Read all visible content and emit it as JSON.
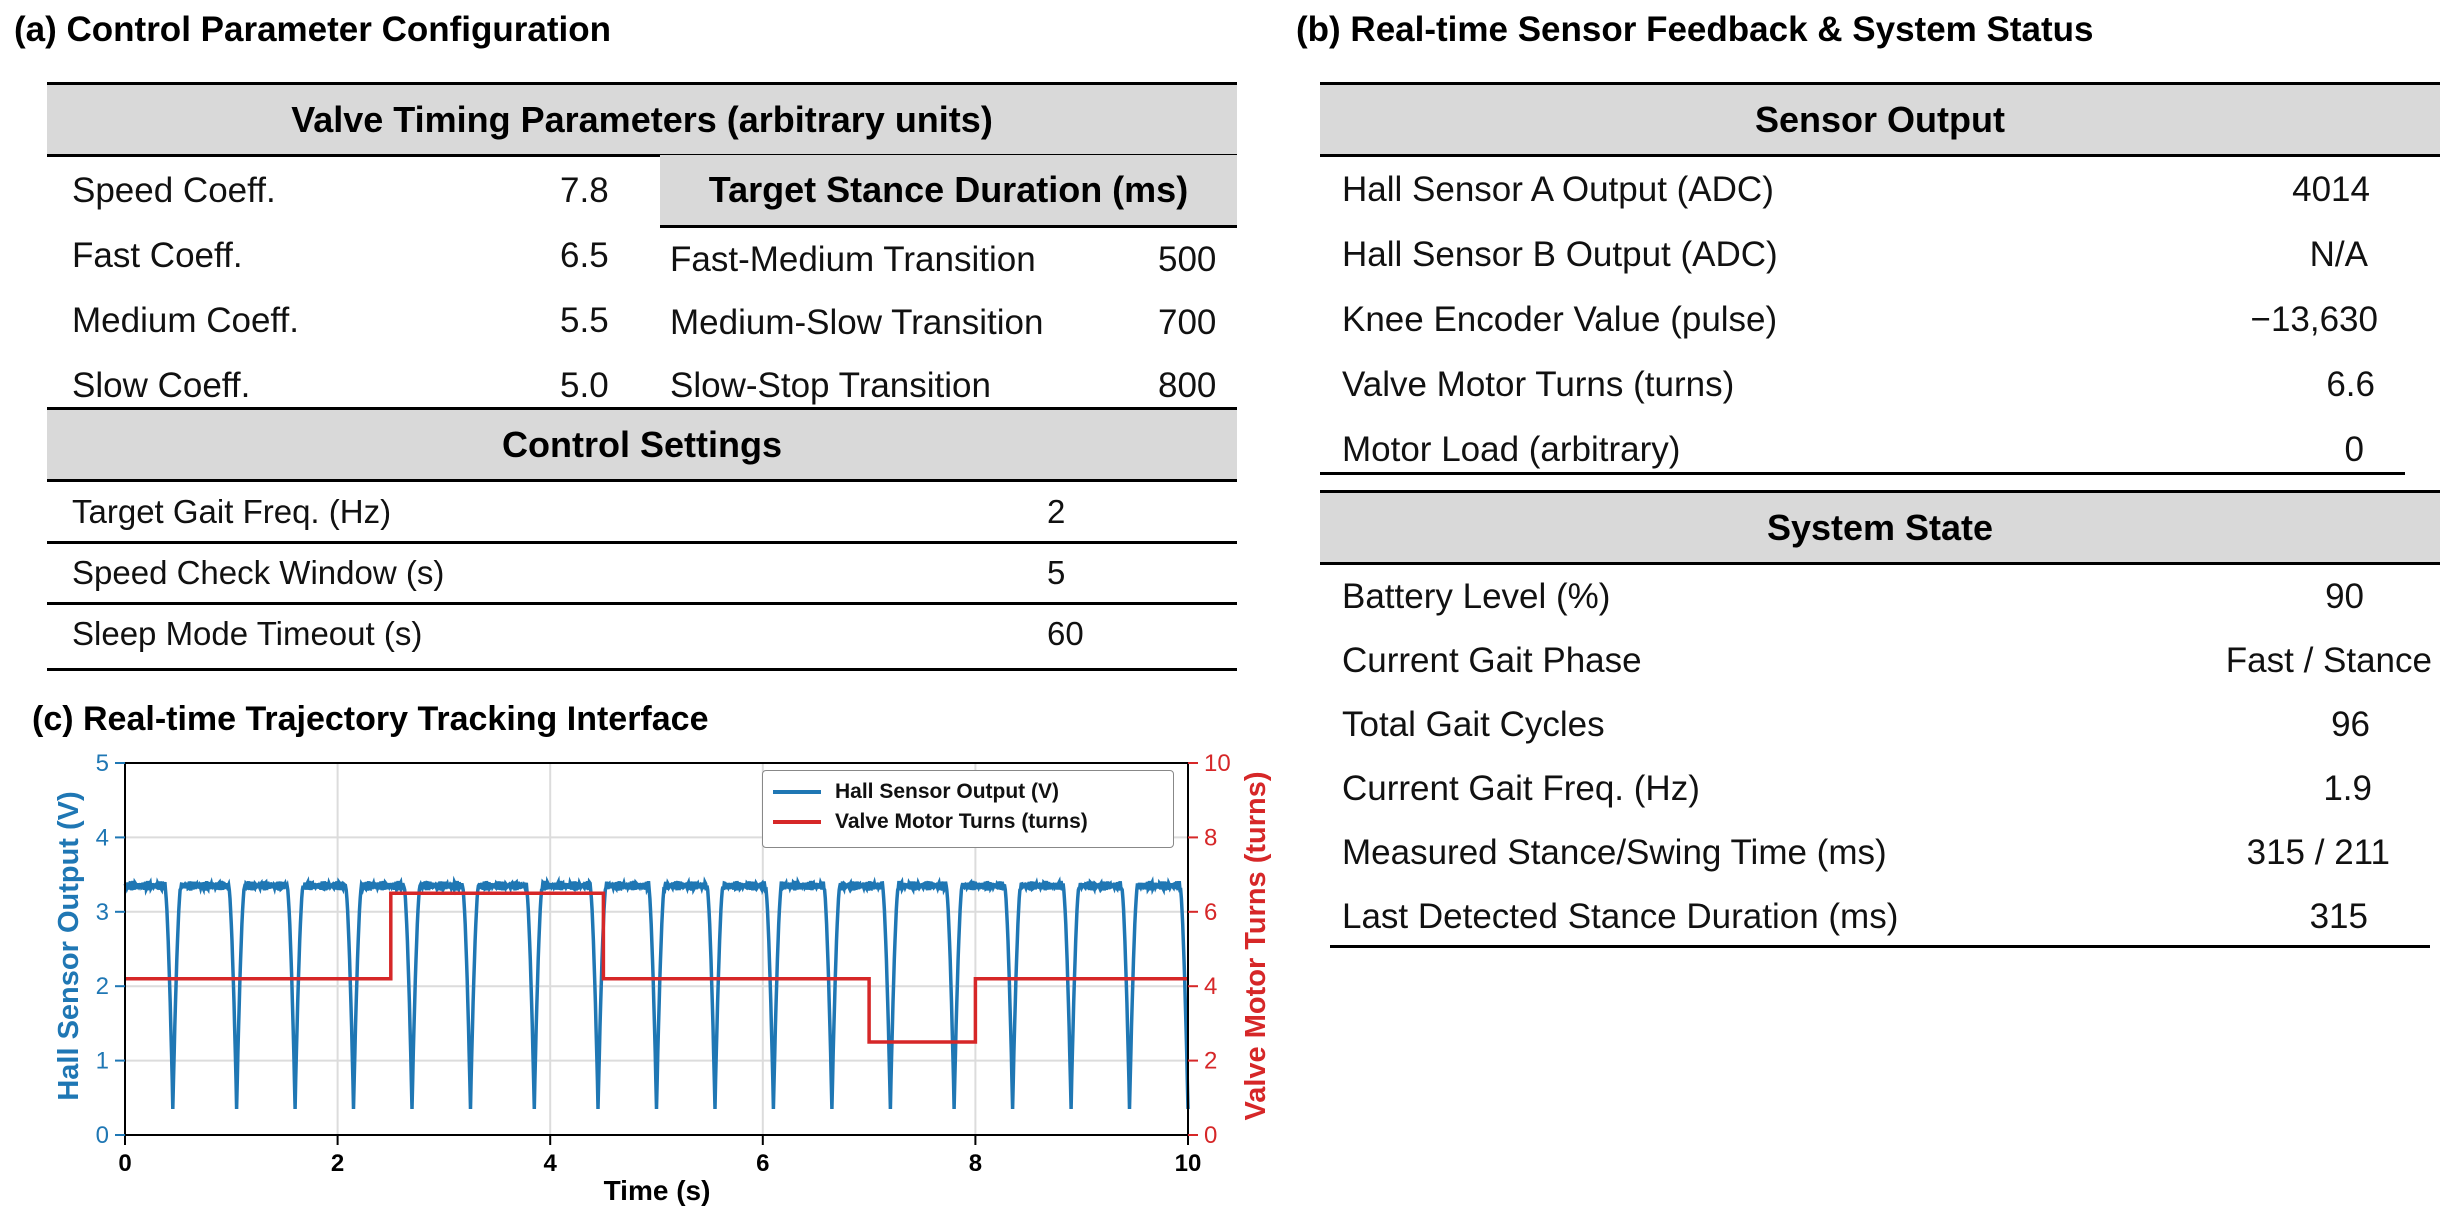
{
  "panel_a": {
    "title": "(a) Control Parameter Configuration",
    "valve_header": "Valve Timing Parameters (arbitrary units)",
    "coeffs": [
      {
        "label": "Speed Coeff.",
        "value": "7.8"
      },
      {
        "label": "Fast Coeff.",
        "value": "6.5"
      },
      {
        "label": "Medium Coeff.",
        "value": "5.5"
      },
      {
        "label": "Slow Coeff.",
        "value": "5.0"
      }
    ],
    "stance_header": "Target Stance Duration (ms)",
    "transitions": [
      {
        "label": "Fast-Medium Transition",
        "value": "500"
      },
      {
        "label": "Medium-Slow Transition",
        "value": "700"
      },
      {
        "label": "Slow-Stop Transition",
        "value": "800"
      }
    ],
    "control_header": "Control Settings",
    "settings": [
      {
        "label": "Target Gait Freq. (Hz)",
        "value": "2"
      },
      {
        "label": "Speed Check Window (s)",
        "value": "5"
      },
      {
        "label": "Sleep Mode Timeout (s)",
        "value": "60"
      }
    ]
  },
  "panel_b": {
    "title": "(b) Real-time Sensor Feedback & System Status",
    "sensor_header": "Sensor Output",
    "sensors": [
      {
        "label": "Hall Sensor A Output (ADC)",
        "value": "4014"
      },
      {
        "label": "Hall Sensor B Output (ADC)",
        "value": "N/A"
      },
      {
        "label": "Knee Encoder Value (pulse)",
        "value": "−13,630"
      },
      {
        "label": "Valve Motor Turns (turns)",
        "value": "6.6"
      },
      {
        "label": "Motor Load (arbitrary)",
        "value": "0"
      }
    ],
    "state_header": "System State",
    "states": [
      {
        "label": "Battery Level (%)",
        "value": "90"
      },
      {
        "label": "Current Gait Phase",
        "value": "Fast / Stance"
      },
      {
        "label": "Total Gait Cycles",
        "value": "96"
      },
      {
        "label": "Current Gait Freq. (Hz)",
        "value": "1.9"
      },
      {
        "label": "Measured Stance/Swing Time (ms)",
        "value": "315 / 211"
      },
      {
        "label": "Last Detected Stance Duration (ms)",
        "value": "315"
      }
    ]
  },
  "panel_c": {
    "title": "(c) Real-time Trajectory Tracking Interface"
  },
  "chart_data": {
    "type": "line",
    "xlabel": "Time (s)",
    "ylabel": "Hall Sensor Output (V)",
    "y2label": "Valve Motor Turns (turns)",
    "xlim": [
      0,
      10
    ],
    "ylim": [
      0,
      5
    ],
    "y2lim": [
      0,
      10
    ],
    "xticks": [
      0,
      2,
      4,
      6,
      8,
      10
    ],
    "yticks": [
      0,
      1,
      2,
      3,
      4,
      5
    ],
    "y2ticks": [
      0,
      2,
      4,
      6,
      8,
      10
    ],
    "grid": true,
    "legend_position": "top-right",
    "colors": {
      "hall": "#1f77b4",
      "valve": "#d62728"
    },
    "series": [
      {
        "name": "Hall Sensor Output (V)",
        "axis": "left",
        "baseline": 3.35,
        "dip_min": 0.35,
        "dip_times": [
          0.45,
          1.05,
          1.6,
          2.15,
          2.7,
          3.25,
          3.85,
          4.45,
          5.0,
          5.55,
          6.1,
          6.65,
          7.2,
          7.8,
          8.35,
          8.9,
          9.45,
          10.0
        ]
      },
      {
        "name": "Valve Motor Turns (turns)",
        "axis": "right",
        "x": [
          0,
          2.5,
          2.5,
          4.5,
          4.5,
          7.0,
          7.0,
          8.0,
          8.0,
          10.0
        ],
        "y": [
          4.2,
          4.2,
          6.5,
          6.5,
          4.2,
          4.2,
          2.5,
          2.5,
          4.2,
          4.2
        ]
      }
    ]
  }
}
